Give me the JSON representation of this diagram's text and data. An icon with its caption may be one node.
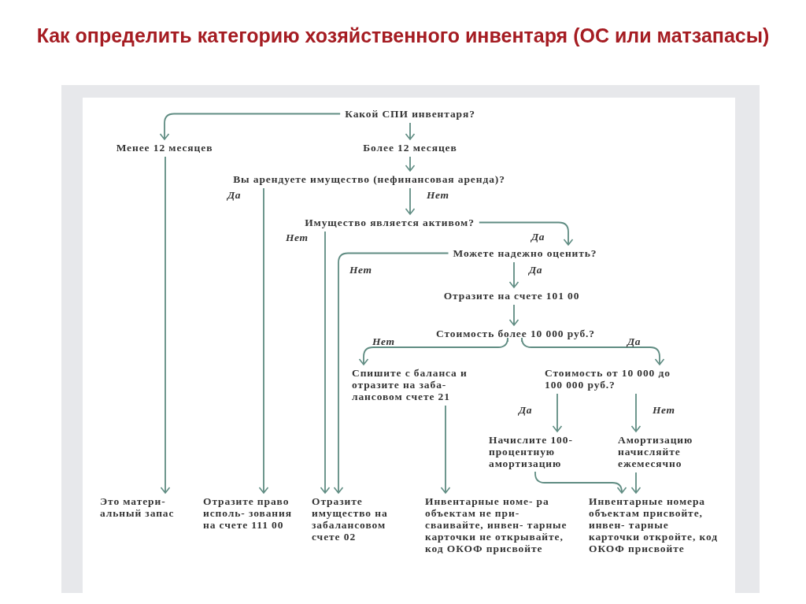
{
  "diagram": {
    "title": "Как определить категорию хозяйственного инвентаря (ОС или матзапасы)",
    "nodes": [
      {
        "text": [
          "Какой СПИ инвентаря?"
        ]
      },
      {
        "text": [
          "Менее 12 месяцев"
        ]
      },
      {
        "text": [
          "Более 12 месяцев"
        ]
      },
      {
        "text": [
          "Вы арендуете имущество (нефинансовая аренда)?"
        ]
      },
      {
        "text": [
          "Имущество является активом?"
        ]
      },
      {
        "text": [
          "Можете надежно оценить?"
        ]
      },
      {
        "text": [
          "Отразите на счете 101 00"
        ]
      },
      {
        "text": [
          "Стоимость более 10 000 руб.?"
        ]
      },
      {
        "text": [
          "Спишите с баланса и отразите на заба- лансовом счете 21"
        ]
      },
      {
        "text": [
          "Стоимость от 10 000 до 100 000 руб.?"
        ]
      },
      {
        "text": [
          "Начислите 100-процентную амортизацию"
        ]
      },
      {
        "text": [
          "Амортизацию начисляйте ежемесячно"
        ]
      },
      {
        "text": [
          "Это матери- альный запас"
        ]
      },
      {
        "text": [
          "Отразите право исполь- зования на счете 111 00"
        ]
      },
      {
        "text": [
          "Отразите имущество на забалансовом счете 02"
        ]
      },
      {
        "text": [
          "Инвентарные номе- ра объектам не при- сваивайте, инвен- тарные карточки не открывайте, код ОКОФ присвойте"
        ]
      },
      {
        "text": [
          "Инвентарные номера объектам присвойте, инвен- тарные карточки откройте, код ОКОФ присвойте"
        ]
      }
    ],
    "edges": [
      {
        "from": 0,
        "to": 1,
        "arrow": "to"
      },
      {
        "from": 0,
        "to": 2,
        "arrow": "to"
      },
      {
        "from": 2,
        "to": 3,
        "arrow": "to"
      },
      {
        "from": 3,
        "to": 13,
        "arrow": "to",
        "label": "Да"
      },
      {
        "from": 3,
        "to": 4,
        "arrow": "to",
        "label": "Нет"
      },
      {
        "from": 4,
        "to": 14,
        "arrow": "to",
        "label": "Нет"
      },
      {
        "from": 4,
        "to": 5,
        "arrow": "to",
        "label": "Да"
      },
      {
        "from": 5,
        "to": 14,
        "arrow": "to",
        "label": "Нет"
      },
      {
        "from": 5,
        "to": 6,
        "arrow": "to",
        "label": "Да"
      },
      {
        "from": 6,
        "to": 7,
        "arrow": "to"
      },
      {
        "from": 7,
        "to": 8,
        "arrow": "to",
        "label": "Нет"
      },
      {
        "from": 7,
        "to": 9,
        "arrow": "to",
        "label": "Да"
      },
      {
        "from": 9,
        "to": 10,
        "arrow": "to",
        "label": "Да"
      },
      {
        "from": 9,
        "to": 11,
        "arrow": "to",
        "label": "Нет"
      },
      {
        "from": 1,
        "to": 12,
        "arrow": "to"
      },
      {
        "from": 8,
        "to": 15,
        "arrow": "to"
      },
      {
        "from": 10,
        "to": 16,
        "arrow": "to"
      },
      {
        "from": 11,
        "to": 16,
        "arrow": "to"
      }
    ]
  }
}
